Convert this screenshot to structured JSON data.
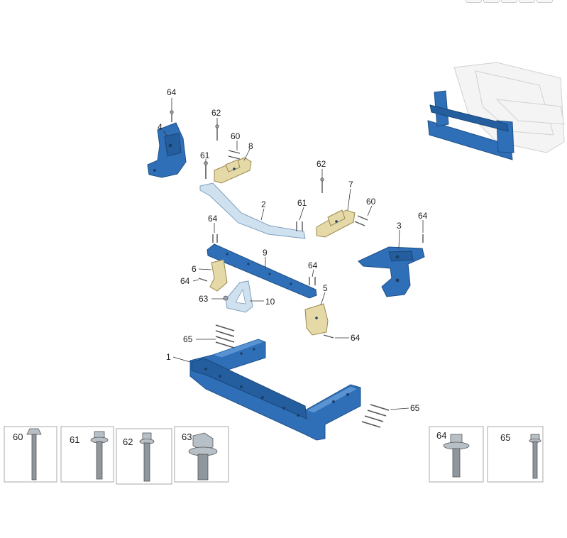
{
  "callouts": {
    "c1": "1",
    "c2": "2",
    "c3": "3",
    "c4": "4",
    "c5": "5",
    "c6": "6",
    "c7": "7",
    "c8": "8",
    "c9": "9",
    "c10": "10",
    "c60a": "60",
    "c60b": "60",
    "c61a": "61",
    "c61b": "61",
    "c62a": "62",
    "c62b": "62",
    "c63": "63",
    "c64a": "64",
    "c64b": "64",
    "c64c": "64",
    "c64d": "64",
    "c64e": "64",
    "c64f": "64",
    "c65a": "65",
    "c65b": "65"
  },
  "hardware_legend": [
    {
      "label": "60"
    },
    {
      "label": "61"
    },
    {
      "label": "62"
    },
    {
      "label": "63"
    },
    {
      "label": "64"
    },
    {
      "label": "65"
    }
  ],
  "colors": {
    "part": "#2f6fb8",
    "bracket": "#e5d9a8",
    "ghost": "#f4f4f4"
  }
}
